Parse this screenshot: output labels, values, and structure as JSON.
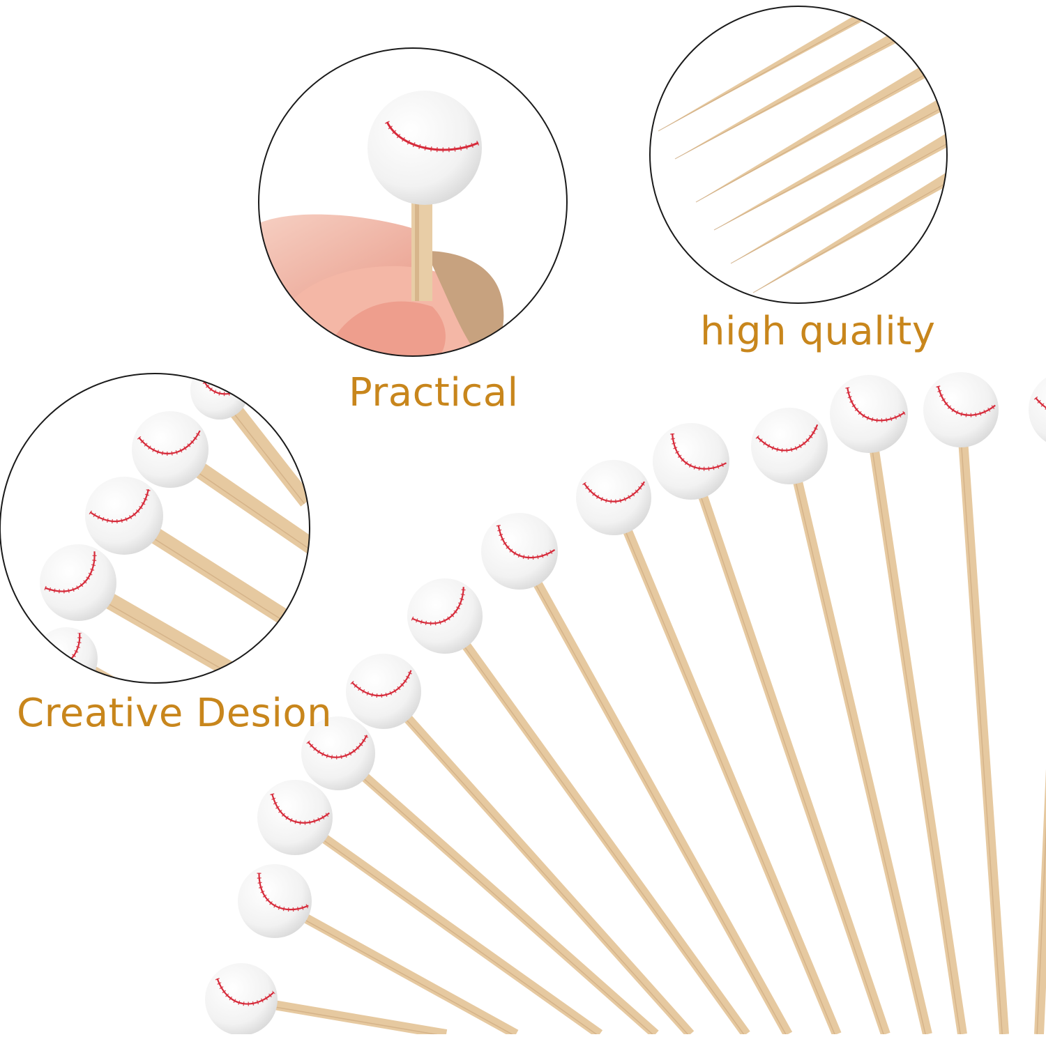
{
  "captions": {
    "practical": "Practical",
    "high_quality": "high quality",
    "creative_design": "Creative Desion"
  },
  "colors": {
    "background": "#ffffff",
    "caption_text": "#c8861c",
    "circle_outline": "#1a1a1a",
    "bamboo": "#e6c9a0",
    "bamboo_dark": "#caa57a",
    "ball_white": "#f7f7f7",
    "stitch_red": "#d62a3a",
    "skin": "#f1b9a8"
  },
  "icons": {
    "product": "baseball-pick-icon",
    "detail_tips": "bamboo-tip-icon",
    "hand": "finger-icon"
  }
}
